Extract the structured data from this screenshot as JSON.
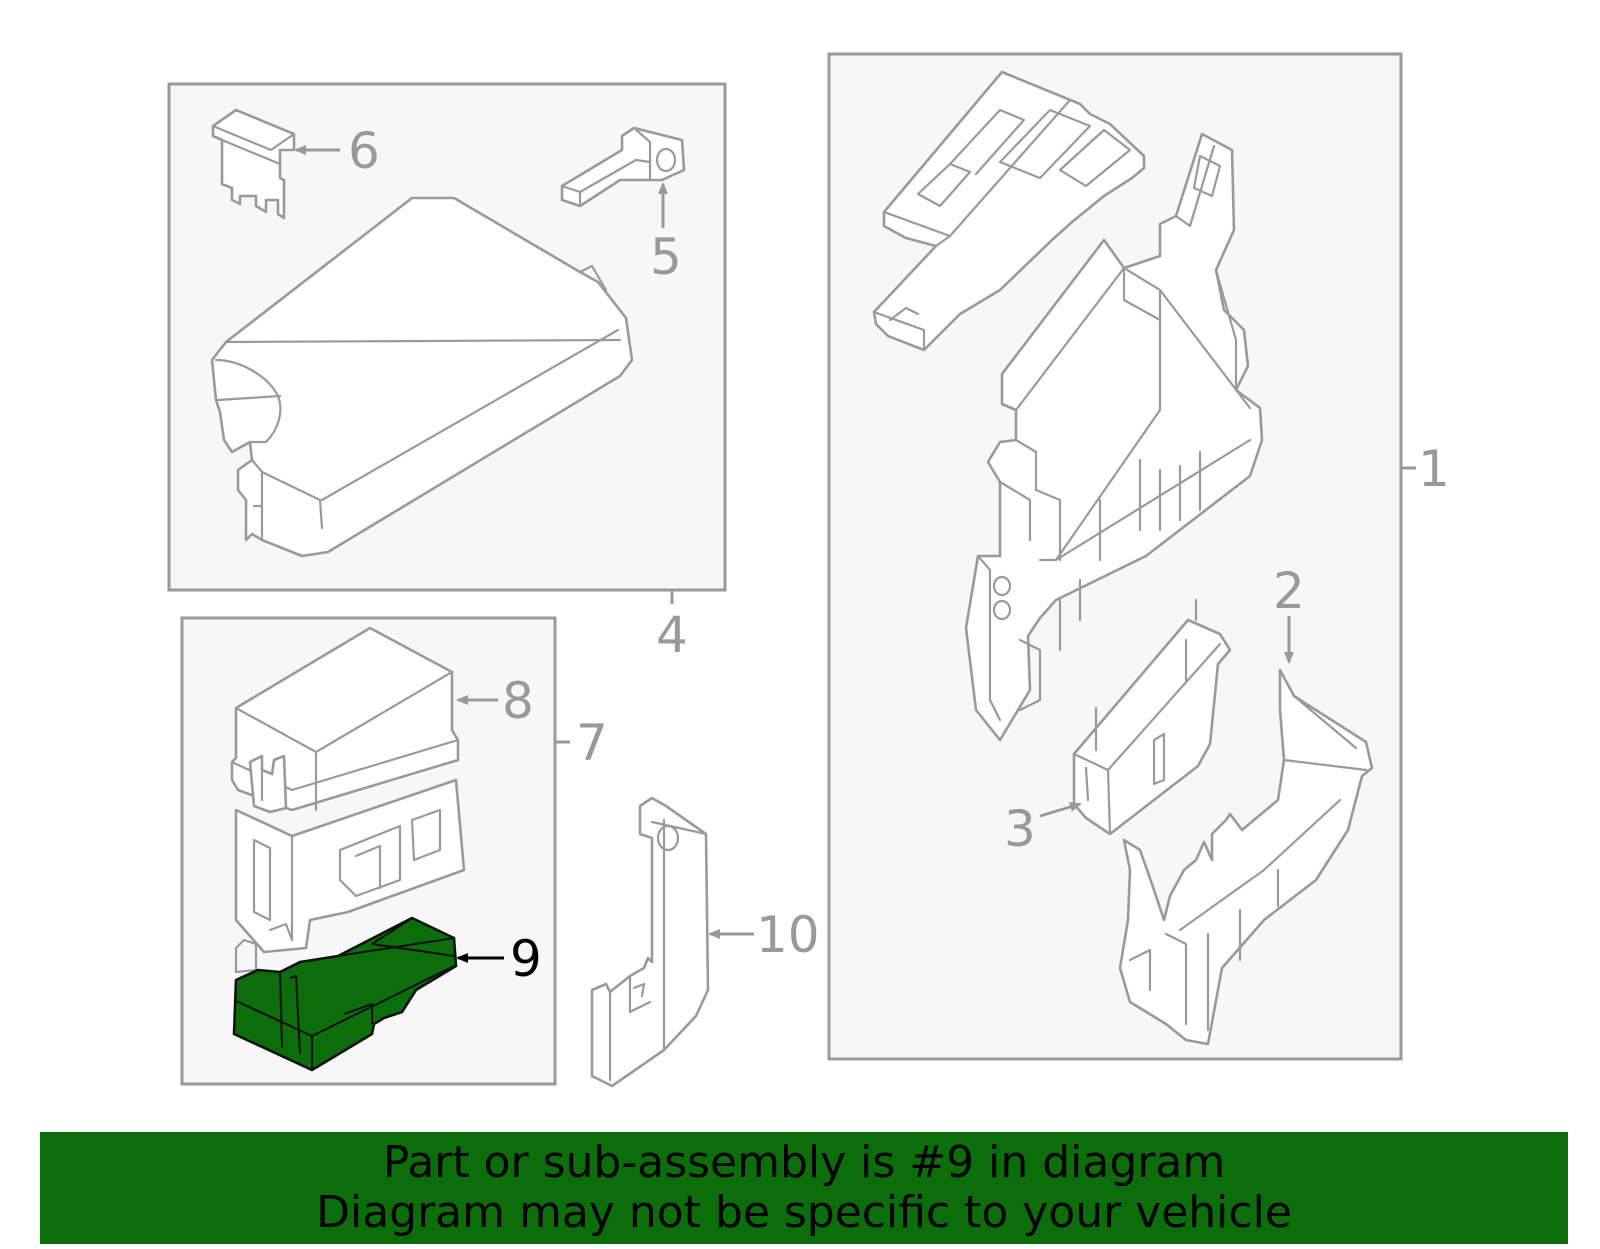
{
  "callouts": {
    "c1": "1",
    "c2": "2",
    "c3": "3",
    "c4": "4",
    "c5": "5",
    "c6": "6",
    "c7": "7",
    "c8": "8",
    "c9": "9",
    "c10": "10"
  },
  "highlighted_part": "9",
  "banner": {
    "line1": "Part or sub-assembly is #9 in diagram",
    "line2": "Diagram may not be specific to your vehicle"
  },
  "colors": {
    "highlight": "#0b6e0b",
    "line": "#999999",
    "panel": "#f7f7f7"
  }
}
